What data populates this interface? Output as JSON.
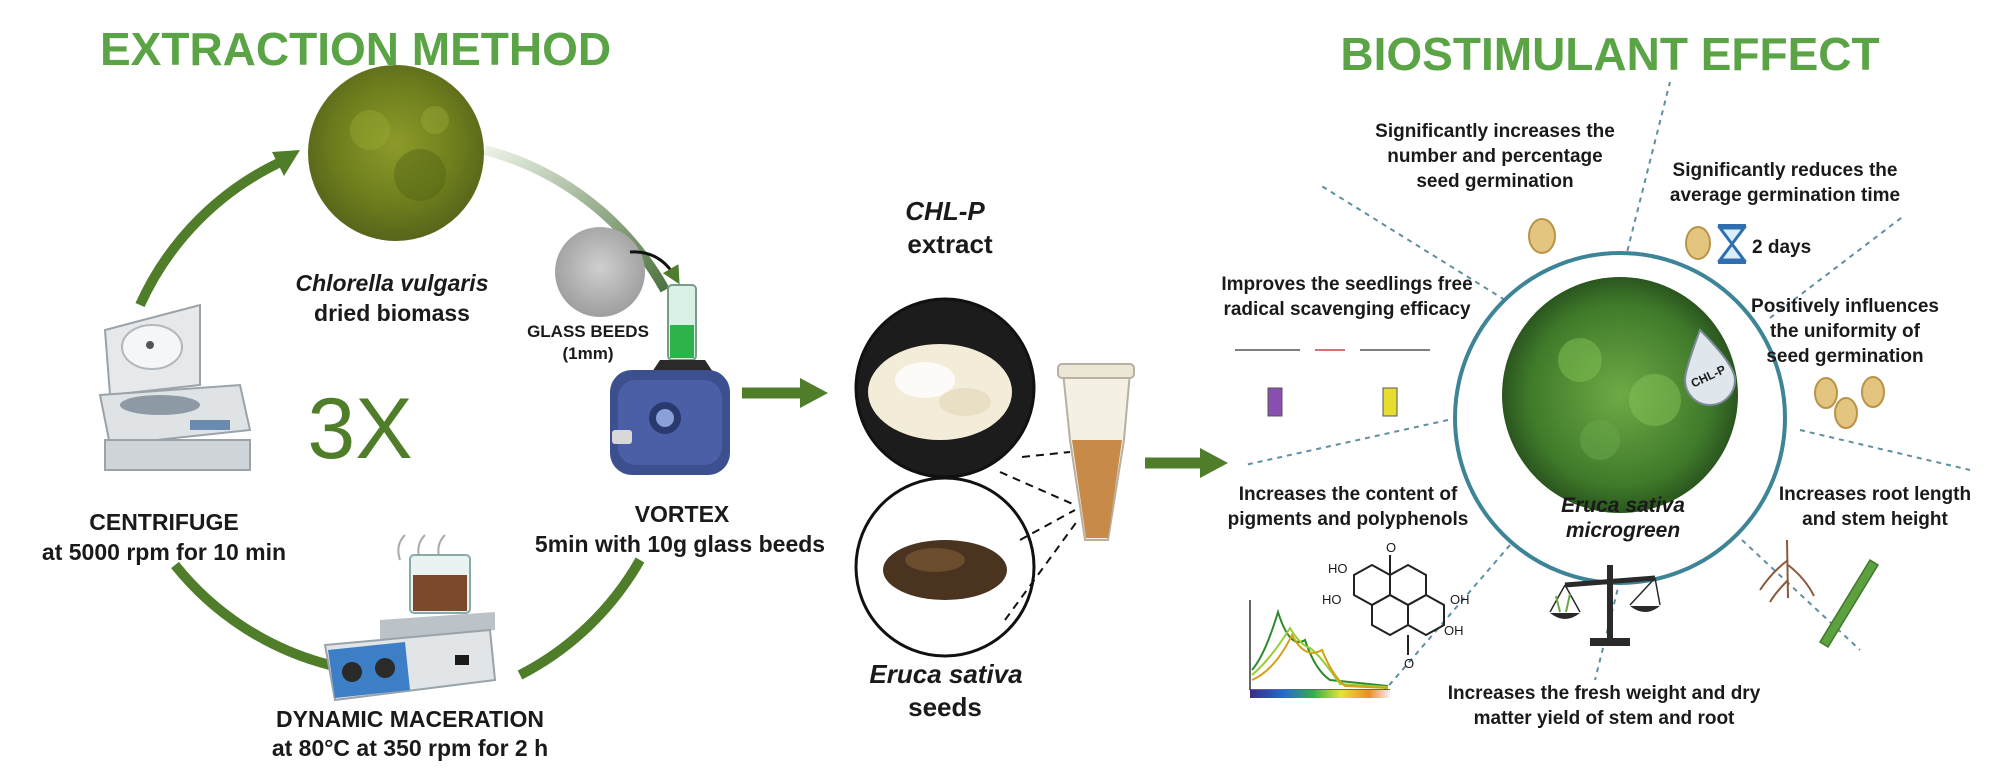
{
  "extraction": {
    "title": "EXTRACTION METHOD",
    "multiplier": "3X",
    "biomass": {
      "species": "Chlorella vulgaris",
      "label": "dried biomass"
    },
    "glass_beeds": {
      "line1": "GLASS BEEDS",
      "line2": "(1mm)"
    },
    "vortex": {
      "title": "VORTEX",
      "detail": "5min with 10g glass beeds"
    },
    "centrifuge": {
      "title": "CENTRIFUGE",
      "detail": "at 5000 rpm for 10 min"
    },
    "maceration": {
      "title": "DYNAMIC MACERATION",
      "detail": "at 80°C at 350 rpm for 2 h"
    }
  },
  "middle": {
    "extract_name": "CHL-P",
    "extract_label": "extract",
    "seeds_species": "Eruca sativa",
    "seeds_label": "seeds"
  },
  "effect": {
    "title": "BIOSTIMULANT EFFECT",
    "center": {
      "line1": "Eruca sativa",
      "line2": "microgreen",
      "drop_label": "CHL-P"
    },
    "germination": {
      "line1": "Significantly increases the",
      "line2": "number and percentage",
      "line3": "seed germination"
    },
    "time": {
      "line1": "Significantly reduces the",
      "line2": "average germination time",
      "days": "2 days"
    },
    "radical": {
      "line1": "Improves the seedlings free",
      "line2": "radical scavenging efficacy"
    },
    "uniformity": {
      "line1": "Positively influences",
      "line2": "the uniformity of",
      "line3": "seed germination"
    },
    "pigments": {
      "line1": "Increases the content of",
      "line2": "pigments and polyphenols"
    },
    "root": {
      "line1": "Increases root length",
      "line2": "and stem height"
    },
    "weight": {
      "line1": "Increases the fresh weight and dry",
      "line2": "matter yield of stem and root"
    },
    "molecule_labels": {
      "oh1": "HO",
      "oh2": "HO",
      "oh3": "OH",
      "oh4": "OH",
      "o1": "O",
      "o2": "O"
    }
  },
  "colors": {
    "title_green": "#5aa446",
    "arrow_green": "#4f7d2a",
    "dashed_teal": "#5f8fa0"
  }
}
